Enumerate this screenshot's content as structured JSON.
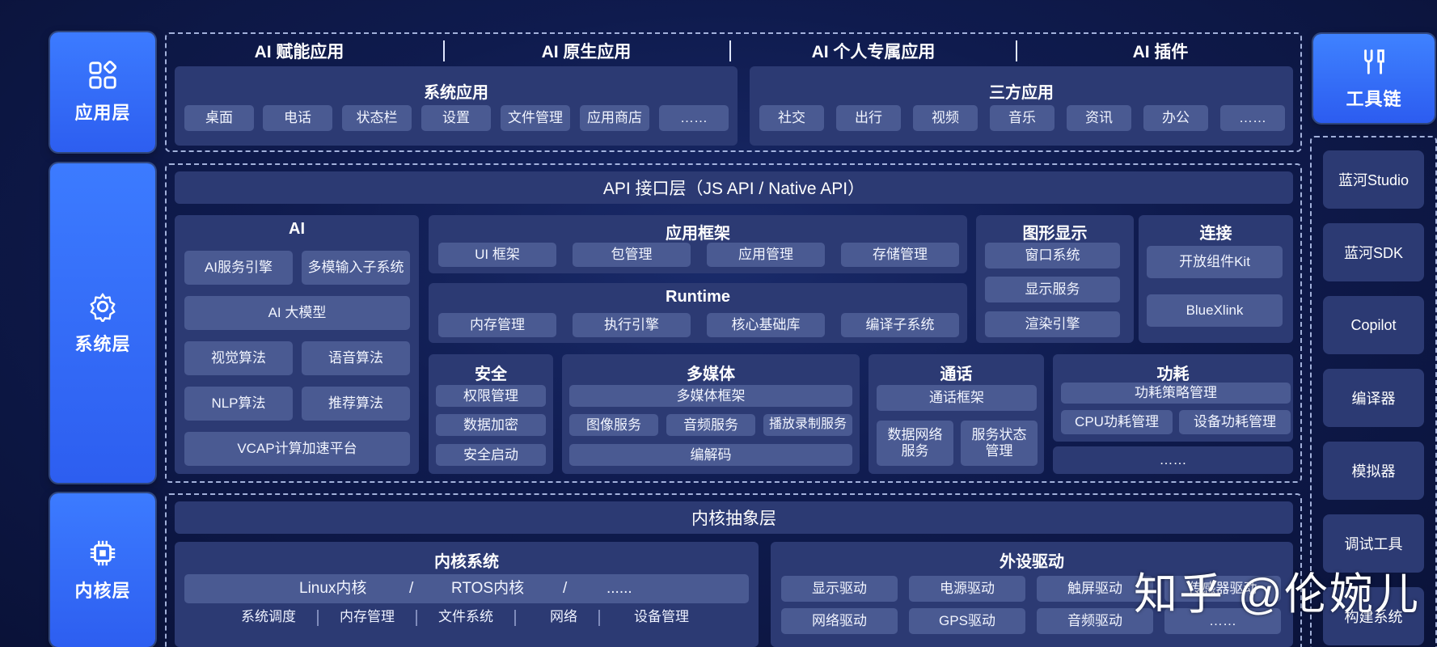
{
  "side_layers": {
    "app": "应用层",
    "system": "系统层",
    "kernel": "内核层",
    "toolchain": "工具链"
  },
  "app_layer": {
    "categories": [
      "AI 赋能应用",
      "AI 原生应用",
      "AI 个人专属应用",
      "AI 插件"
    ],
    "system_apps": {
      "title": "系统应用",
      "items": [
        "桌面",
        "电话",
        "状态栏",
        "设置",
        "文件管理",
        "应用商店",
        "……"
      ]
    },
    "third_apps": {
      "title": "三方应用",
      "items": [
        "社交",
        "出行",
        "视频",
        "音乐",
        "资讯",
        "办公",
        "……"
      ]
    }
  },
  "system_layer": {
    "api": "API 接口层（JS API / Native API）",
    "ai": {
      "title": "AI",
      "items": [
        "AI服务引擎",
        "多模输入子系统",
        "AI 大模型",
        "视觉算法",
        "语音算法",
        "NLP算法",
        "推荐算法",
        "VCAP计算加速平台"
      ]
    },
    "app_framework": {
      "title": "应用框架",
      "items": [
        "UI 框架",
        "包管理",
        "应用管理",
        "存储管理"
      ]
    },
    "runtime": {
      "title": "Runtime",
      "items": [
        "内存管理",
        "执行引擎",
        "核心基础库",
        "编译子系统"
      ]
    },
    "graphics": {
      "title": "图形显示",
      "items": [
        "窗口系统",
        "显示服务",
        "渲染引擎"
      ]
    },
    "connect": {
      "title": "连接",
      "items": [
        "开放组件Kit",
        "BlueXlink"
      ]
    },
    "security": {
      "title": "安全",
      "items": [
        "权限管理",
        "数据加密",
        "安全启动"
      ]
    },
    "multimedia": {
      "title": "多媒体",
      "items": [
        "多媒体框架",
        "图像服务",
        "音频服务",
        "播放录制服务",
        "编解码"
      ]
    },
    "call": {
      "title": "通话",
      "items": [
        "通话框架",
        "数据网络服务",
        "服务状态管理"
      ]
    },
    "power": {
      "title": "功耗",
      "items": [
        "功耗策略管理",
        "CPU功耗管理",
        "设备功耗管理",
        "……"
      ]
    }
  },
  "kernel_layer": {
    "abstraction": "内核抽象层",
    "kernel_system": {
      "title": "内核系统",
      "kernels": [
        "Linux内核",
        "/",
        "RTOS内核",
        "/",
        "......"
      ],
      "items": [
        "系统调度",
        "内存管理",
        "文件系统",
        "网络",
        "设备管理"
      ]
    },
    "drivers": {
      "title": "外设驱动",
      "items": [
        "显示驱动",
        "电源驱动",
        "触屏驱动",
        "传感器驱动",
        "网络驱动",
        "GPS驱动",
        "音频驱动",
        "……"
      ]
    }
  },
  "toolchain": {
    "items": [
      "蓝河Studio",
      "蓝河SDK",
      "Copilot",
      "编译器",
      "模拟器",
      "调试工具",
      "构建系统"
    ]
  },
  "watermark": "知乎 @伦婉儿"
}
